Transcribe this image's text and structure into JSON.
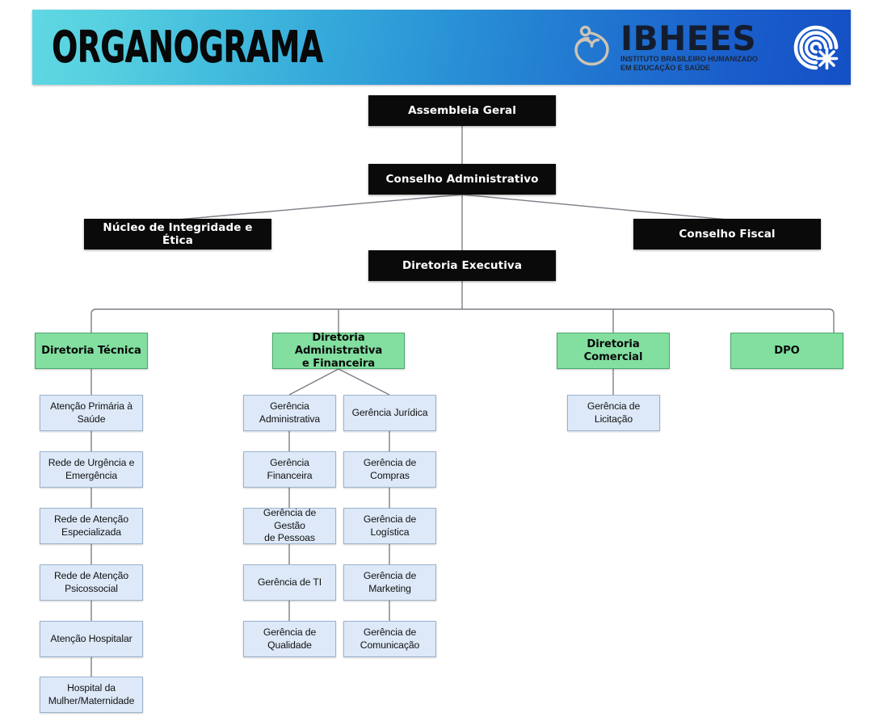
{
  "header": {
    "title": "ORGANOGRAMA",
    "logo": {
      "wordmark": "IBHEES",
      "subtitle_line1": "INSTITUTO BRASILEIRO HUMANIZADO",
      "subtitle_line2": "EM EDUCAÇÃO E SAÚDE",
      "mark_icon": "heart-stethoscope-icon",
      "emblem_icon": "fingerprint-asterisk-icon"
    },
    "colors": {
      "gradient_start": "#5fd8e2",
      "gradient_end": "#1450c6",
      "wordmark": "#141d30",
      "mark": "#cdc4b4",
      "emblem": "#ffffff"
    }
  },
  "palette": {
    "level_black_bg": "#0a0a0a",
    "level_black_text": "#ffffff",
    "level_green_bg": "#82dfa0",
    "level_green_border": "#4aa96b",
    "level_blue_bg": "#dde9f8",
    "level_blue_border": "#9bb3cc",
    "connector": "#7b7f86",
    "page_bg": "#ffffff"
  },
  "nodes": {
    "assembleia_geral": "Assembleia Geral",
    "conselho_administrativo": "Conselho Administrativo",
    "nucleo_integridade_etica": "Núcleo de Integridade e Ética",
    "conselho_fiscal": "Conselho Fiscal",
    "diretoria_executiva": "Diretoria Executiva",
    "diretoria_tecnica": "Diretoria Técnica",
    "diretoria_admin_financeira_l1": "Diretoria Administrativa",
    "diretoria_admin_financeira_l2": "e Financeira",
    "diretoria_comercial": "Diretoria Comercial",
    "dpo": "DPO",
    "tecnica": {
      "n1_l1": "Atenção Primária à",
      "n1_l2": "Saúde",
      "n2_l1": "Rede de Urgência e",
      "n2_l2": "Emergência",
      "n3_l1": "Rede de Atenção",
      "n3_l2": "Especializada",
      "n4_l1": "Rede de Atenção",
      "n4_l2": "Psicossocial",
      "n5_l1": "Atenção Hospitalar",
      "n6_l1": "Hospital da",
      "n6_l2": "Mulher/Maternidade"
    },
    "admin_col_a": {
      "n1_l1": "Gerência",
      "n1_l2": "Administrativa",
      "n2_l1": "Gerência",
      "n2_l2": "Financeira",
      "n3_l1": "Gerência de Gestão",
      "n3_l2": "de Pessoas",
      "n4_l1": "Gerência de TI",
      "n5_l1": "Gerência de",
      "n5_l2": "Qualidade"
    },
    "admin_col_b": {
      "n1_l1": "Gerência Jurídica",
      "n2_l1": "Gerência de",
      "n2_l2": "Compras",
      "n3_l1": "Gerência de",
      "n3_l2": "Logística",
      "n4_l1": "Gerência de",
      "n4_l2": "Marketing",
      "n5_l1": "Gerência de",
      "n5_l2": "Comunicação"
    },
    "comercial": {
      "n1_l1": "Gerência de",
      "n1_l2": "Licitação"
    }
  }
}
